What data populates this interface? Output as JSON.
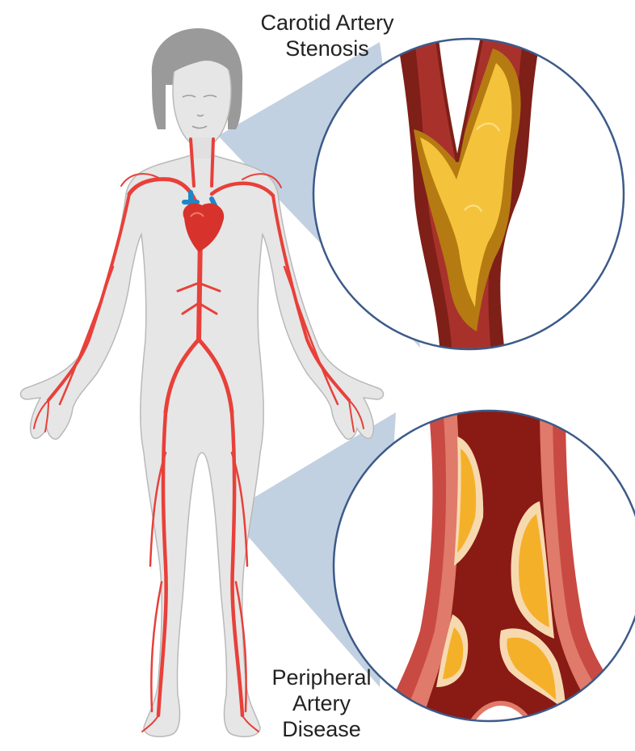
{
  "labels": {
    "carotid": {
      "line1": "Carotid Artery",
      "line2": "Stenosis"
    },
    "pad": {
      "line1": "Peripheral",
      "line2": "Artery",
      "line3": "Disease"
    }
  },
  "colors": {
    "skin": "#e6e6e6",
    "skin_outline": "#b9b9b9",
    "hair": "#9a9a9a",
    "artery": "#e8403a",
    "heart": "#d8322c",
    "vein_blue": "#1f87c6",
    "callout": "#b7c9dc",
    "circle_border": "#3c5a8a",
    "vessel_wall_dark": "#7e1f18",
    "vessel_wall": "#a8322b",
    "plaque_yellow": "#f5c33b",
    "plaque_brown": "#b57b12"
  },
  "icons": {
    "figure": "human-body-circulatory-system-icon",
    "heart": "heart-icon",
    "carotid_zoom": "carotid-artery-plaque-icon",
    "leg_zoom": "peripheral-artery-plaque-icon"
  }
}
